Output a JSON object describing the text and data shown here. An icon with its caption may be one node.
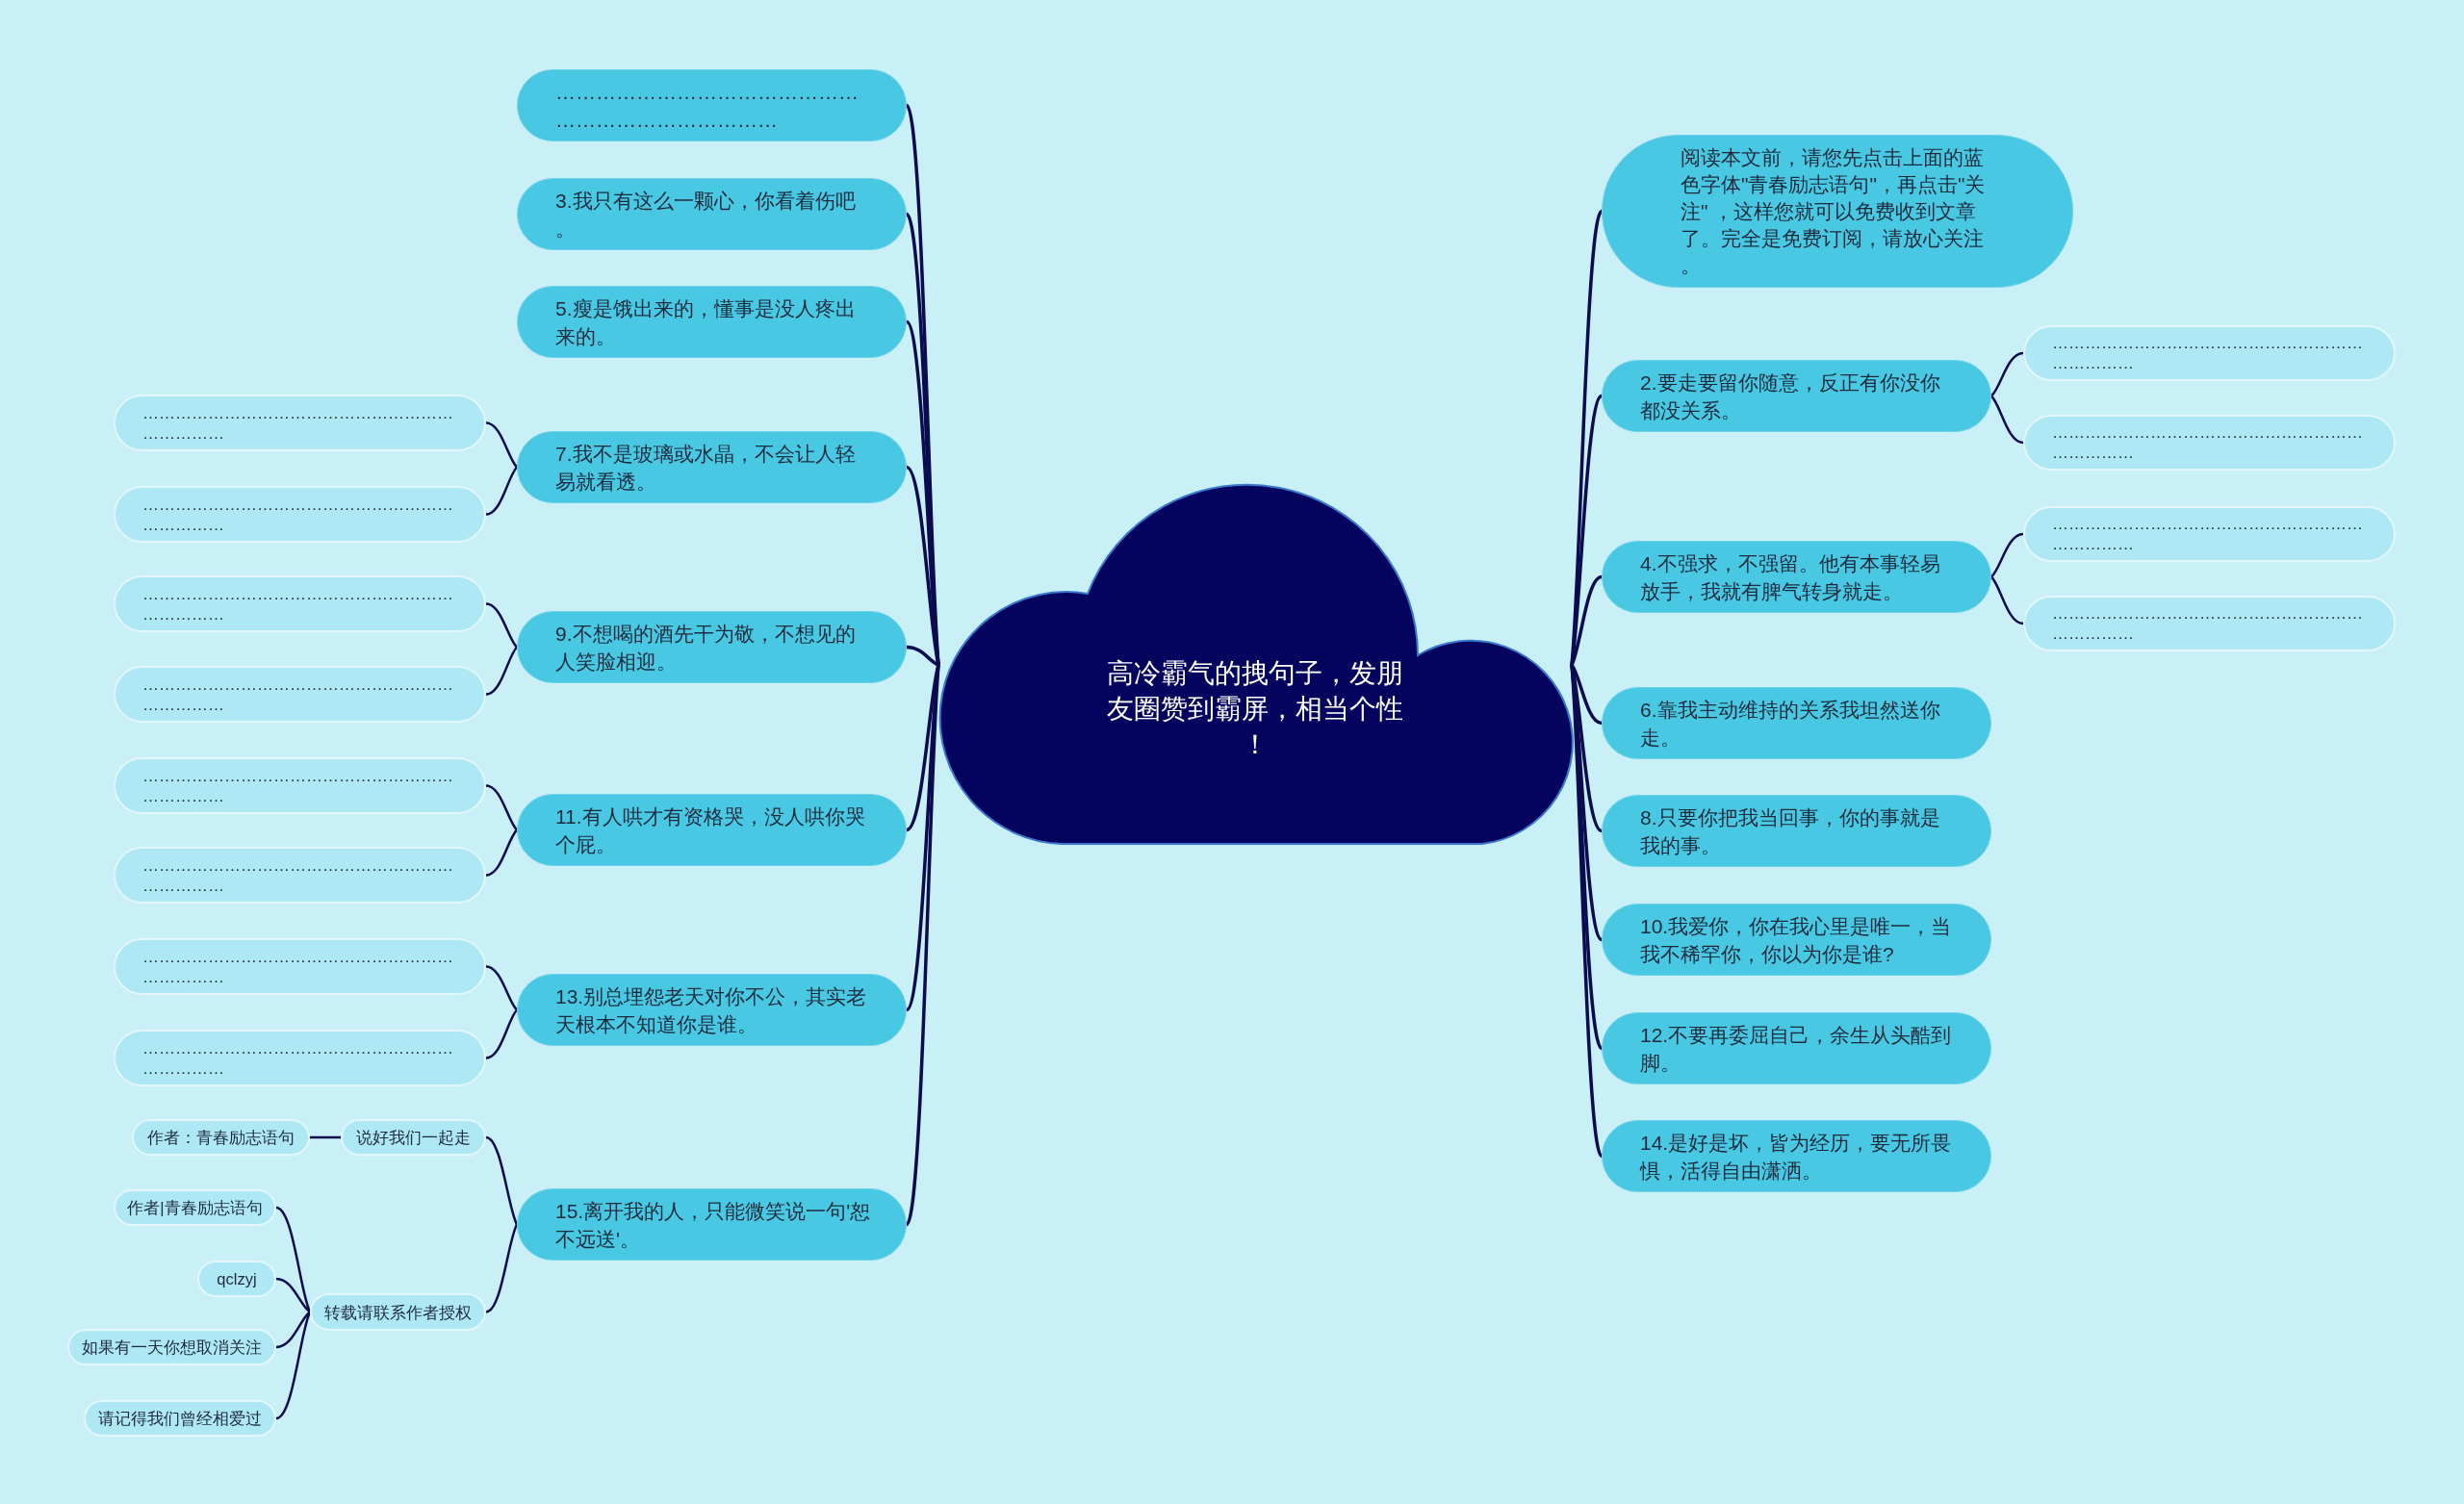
{
  "diagram": {
    "nodes": [
      {
        "text": [
          "高冷霸气的拽句子，发朋友圈赞到霸屏，相当个性！"
        ]
      },
      {
        "text": [
          "……………………………………………………………………"
        ]
      },
      {
        "text": [
          "3.我只有这么一颗心，你看着伤吧。"
        ]
      },
      {
        "text": [
          "5.瘦是饿出来的，懂事是没人疼出来的。"
        ]
      },
      {
        "text": [
          "7.我不是玻璃或水晶，不会让人轻易就看透。"
        ]
      },
      {
        "text": [
          "………………………………………………………………"
        ]
      },
      {
        "text": [
          "………………………………………………………………"
        ]
      },
      {
        "text": [
          "9.不想喝的酒先干为敬，不想见的人笑脸相迎。"
        ]
      },
      {
        "text": [
          "………………………………………………………………"
        ]
      },
      {
        "text": [
          "………………………………………………………………"
        ]
      },
      {
        "text": [
          "11.有人哄才有资格哭，没人哄你哭个屁。"
        ]
      },
      {
        "text": [
          "………………………………………………………………"
        ]
      },
      {
        "text": [
          "………………………………………………………………"
        ]
      },
      {
        "text": [
          "13.别总埋怨老天对你不公，其实老天根本不知道你是谁。"
        ]
      },
      {
        "text": [
          "………………………………………………………………"
        ]
      },
      {
        "text": [
          "………………………………………………………………"
        ]
      },
      {
        "text": [
          "15.离开我的人，只能微笑说一句'恕不远送'。"
        ]
      },
      {
        "text": [
          "说好我们一起走"
        ]
      },
      {
        "text": [
          "作者：青春励志语句"
        ]
      },
      {
        "text": [
          "转载请联系作者授权"
        ]
      },
      {
        "text": [
          "作者|青春励志语句"
        ]
      },
      {
        "text": [
          "qclzyj"
        ]
      },
      {
        "text": [
          "如果有一天你想取消关注"
        ]
      },
      {
        "text": [
          "请记得我们曾经相爱过"
        ]
      },
      {
        "text": [
          "阅读本文前，请您先点击上面的蓝色字体\"青春励志语句\"，再点击\"关注\" ，这样您就可以免费收到文章了。完全是免费订阅，请放心关注。"
        ]
      },
      {
        "text": [
          "2.要走要留你随意，反正有你没你都没关系。"
        ]
      },
      {
        "text": [
          "………………………………………………………………"
        ]
      },
      {
        "text": [
          "………………………………………………………………"
        ]
      },
      {
        "text": [
          "4.不强求，不强留。他有本事轻易放手，我就有脾气转身就走。"
        ]
      },
      {
        "text": [
          "………………………………………………………………"
        ]
      },
      {
        "text": [
          "………………………………………………………………"
        ]
      },
      {
        "text": [
          "6.靠我主动维持的关系我坦然送你走。"
        ]
      },
      {
        "text": [
          "8.只要你把我当回事，你的事就是我的事。"
        ]
      },
      {
        "text": [
          "10.我爱你，你在我心里是唯一，当我不稀罕你，你以为你是谁?"
        ]
      },
      {
        "text": [
          "12.不要再委屈自己，余生从头酷到脚。"
        ]
      },
      {
        "text": [
          "14.是好是坏，皆为经历，要无所畏惧，活得自由潇洒。"
        ]
      }
    ],
    "edges": [
      {
        "from": 0,
        "to": 1,
        "arrow": "none"
      },
      {
        "from": 0,
        "to": 2,
        "arrow": "none"
      },
      {
        "from": 0,
        "to": 3,
        "arrow": "none"
      },
      {
        "from": 0,
        "to": 4,
        "arrow": "none"
      },
      {
        "from": 4,
        "to": 5,
        "arrow": "none"
      },
      {
        "from": 4,
        "to": 6,
        "arrow": "none"
      },
      {
        "from": 0,
        "to": 7,
        "arrow": "none"
      },
      {
        "from": 7,
        "to": 8,
        "arrow": "none"
      },
      {
        "from": 7,
        "to": 9,
        "arrow": "none"
      },
      {
        "from": 0,
        "to": 10,
        "arrow": "none"
      },
      {
        "from": 10,
        "to": 11,
        "arrow": "none"
      },
      {
        "from": 10,
        "to": 12,
        "arrow": "none"
      },
      {
        "from": 0,
        "to": 13,
        "arrow": "none"
      },
      {
        "from": 13,
        "to": 14,
        "arrow": "none"
      },
      {
        "from": 13,
        "to": 15,
        "arrow": "none"
      },
      {
        "from": 0,
        "to": 16,
        "arrow": "none"
      },
      {
        "from": 16,
        "to": 17,
        "arrow": "none"
      },
      {
        "from": 17,
        "to": 18,
        "arrow": "none"
      },
      {
        "from": 16,
        "to": 19,
        "arrow": "none"
      },
      {
        "from": 19,
        "to": 20,
        "arrow": "none"
      },
      {
        "from": 19,
        "to": 21,
        "arrow": "none"
      },
      {
        "from": 19,
        "to": 22,
        "arrow": "none"
      },
      {
        "from": 19,
        "to": 23,
        "arrow": "none"
      },
      {
        "from": 0,
        "to": 24,
        "arrow": "none"
      },
      {
        "from": 0,
        "to": 25,
        "arrow": "none"
      },
      {
        "from": 25,
        "to": 26,
        "arrow": "none"
      },
      {
        "from": 25,
        "to": 27,
        "arrow": "none"
      },
      {
        "from": 0,
        "to": 28,
        "arrow": "none"
      },
      {
        "from": 28,
        "to": 29,
        "arrow": "none"
      },
      {
        "from": 28,
        "to": 30,
        "arrow": "none"
      },
      {
        "from": 0,
        "to": 31,
        "arrow": "none"
      },
      {
        "from": 0,
        "to": 32,
        "arrow": "none"
      },
      {
        "from": 0,
        "to": 33,
        "arrow": "none"
      },
      {
        "from": 0,
        "to": 34,
        "arrow": "none"
      },
      {
        "from": 0,
        "to": 35,
        "arrow": "none"
      }
    ]
  }
}
